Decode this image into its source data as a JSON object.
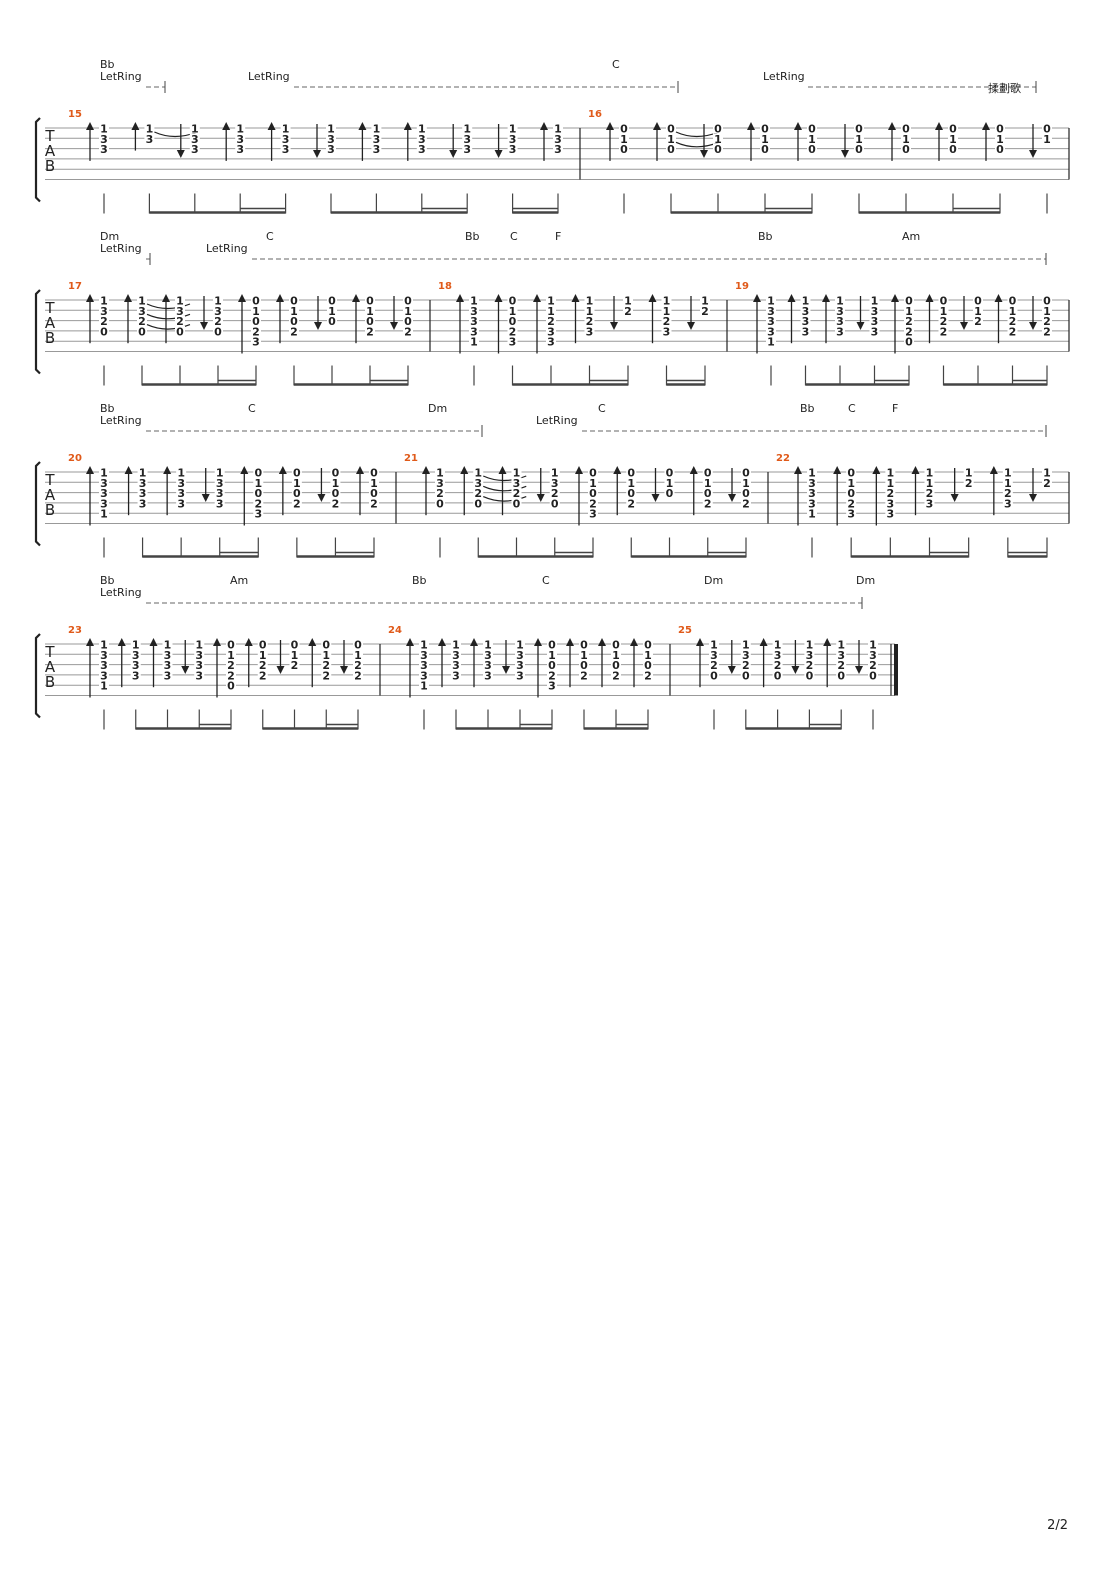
{
  "document": {
    "type": "guitar tablature",
    "page_number": "2/2",
    "tab_clef": [
      "T",
      "A",
      "B"
    ],
    "let_ring_label": "LetRing",
    "annotation": "揉劃歌"
  },
  "systems": [
    {
      "chords": [
        "Bb",
        "C"
      ],
      "let_ring": [
        "LetRing",
        "LetRing",
        "LetRing"
      ],
      "annotation": "揉劃歌",
      "measures": [
        {
          "number": "15",
          "chords": [
            "Bb"
          ],
          "beats": [
            [
              "1",
              "3",
              "3"
            ],
            [
              "1",
              "3"
            ],
            [
              "1",
              "3",
              "3"
            ],
            [
              "1",
              "3",
              "3"
            ],
            [
              "1",
              "3",
              "3"
            ],
            [
              "1",
              "3",
              "3"
            ],
            [
              "1",
              "3",
              "3"
            ],
            [
              "1",
              "3",
              "3"
            ],
            [
              "1",
              "3",
              "3"
            ],
            [
              "1",
              "3",
              "3"
            ],
            [
              "1",
              "3",
              "3"
            ]
          ]
        },
        {
          "number": "16",
          "chords": [
            "C"
          ],
          "beats": [
            [
              "0",
              "1",
              "0"
            ],
            [
              "0",
              "1",
              "0"
            ],
            [
              "0",
              "1",
              "0"
            ],
            [
              "0",
              "1",
              "0"
            ],
            [
              "0",
              "1",
              "0"
            ],
            [
              "0",
              "1",
              "0"
            ],
            [
              "0",
              "1",
              "0"
            ],
            [
              "0",
              "1",
              "0"
            ],
            [
              "0",
              "1",
              "0"
            ],
            [
              "0",
              "1"
            ]
          ]
        }
      ]
    },
    {
      "chords": [
        "Dm",
        "C",
        "Bb",
        "C",
        "F",
        "Bb",
        "Am"
      ],
      "let_ring": [
        "LetRing",
        "LetRing"
      ],
      "measures": [
        {
          "number": "17",
          "chords": [
            "Dm",
            "C"
          ],
          "beats": [
            [
              "1",
              "3",
              "2",
              "0"
            ],
            [
              "1",
              "3",
              "2",
              "0"
            ],
            [
              "1",
              "3",
              "2",
              "0"
            ],
            [
              "1",
              "3",
              "2",
              "0"
            ],
            [
              "0",
              "1",
              "0",
              "2",
              "3"
            ],
            [
              "0",
              "1",
              "0",
              "2"
            ],
            [
              "0",
              "1",
              "0"
            ],
            [
              "0",
              "1",
              "0",
              "2"
            ],
            [
              "0",
              "1",
              "0",
              "2"
            ]
          ]
        },
        {
          "number": "18",
          "chords": [
            "Bb",
            "C",
            "F"
          ],
          "beats": [
            [
              "1",
              "3",
              "3",
              "3",
              "1"
            ],
            [
              "0",
              "1",
              "0",
              "2",
              "3"
            ],
            [
              "1",
              "1",
              "2",
              "3",
              "3"
            ],
            [
              "1",
              "1",
              "2",
              "3"
            ],
            [
              "1",
              "2"
            ],
            [
              "1",
              "1",
              "2",
              "3"
            ],
            [
              "1",
              "2"
            ]
          ]
        },
        {
          "number": "19",
          "chords": [
            "Bb",
            "Am"
          ],
          "beats": [
            [
              "1",
              "3",
              "3",
              "3",
              "1"
            ],
            [
              "1",
              "3",
              "3",
              "3"
            ],
            [
              "1",
              "3",
              "3",
              "3"
            ],
            [
              "1",
              "3",
              "3",
              "3"
            ],
            [
              "0",
              "1",
              "2",
              "2",
              "0"
            ],
            [
              "0",
              "1",
              "2",
              "2"
            ],
            [
              "0",
              "1",
              "2"
            ],
            [
              "0",
              "1",
              "2",
              "2"
            ],
            [
              "0",
              "1",
              "2",
              "2"
            ]
          ]
        }
      ]
    },
    {
      "chords": [
        "Bb",
        "C",
        "Dm",
        "C",
        "Bb",
        "C",
        "F"
      ],
      "let_ring": [
        "LetRing",
        "LetRing"
      ],
      "measures": [
        {
          "number": "20",
          "chords": [
            "Bb",
            "C"
          ],
          "beats": [
            [
              "1",
              "3",
              "3",
              "3",
              "1"
            ],
            [
              "1",
              "3",
              "3",
              "3"
            ],
            [
              "1",
              "3",
              "3",
              "3"
            ],
            [
              "1",
              "3",
              "3",
              "3"
            ],
            [
              "0",
              "1",
              "0",
              "2",
              "3"
            ],
            [
              "0",
              "1",
              "0",
              "2"
            ],
            [
              "0",
              "1",
              "0",
              "2"
            ],
            [
              "0",
              "1",
              "0",
              "2"
            ]
          ]
        },
        {
          "number": "21",
          "chords": [
            "Dm",
            "C"
          ],
          "beats": [
            [
              "1",
              "3",
              "2",
              "0"
            ],
            [
              "1",
              "3",
              "2",
              "0"
            ],
            [
              "1",
              "3",
              "2",
              "0"
            ],
            [
              "1",
              "3",
              "2",
              "0"
            ],
            [
              "0",
              "1",
              "0",
              "2",
              "3"
            ],
            [
              "0",
              "1",
              "0",
              "2"
            ],
            [
              "0",
              "1",
              "0"
            ],
            [
              "0",
              "1",
              "0",
              "2"
            ],
            [
              "0",
              "1",
              "0",
              "2"
            ]
          ]
        },
        {
          "number": "22",
          "chords": [
            "Bb",
            "C",
            "F"
          ],
          "beats": [
            [
              "1",
              "3",
              "3",
              "3",
              "1"
            ],
            [
              "0",
              "1",
              "0",
              "2",
              "3"
            ],
            [
              "1",
              "1",
              "2",
              "3",
              "3"
            ],
            [
              "1",
              "1",
              "2",
              "3"
            ],
            [
              "1",
              "2"
            ],
            [
              "1",
              "1",
              "2",
              "3"
            ],
            [
              "1",
              "2"
            ]
          ]
        }
      ]
    },
    {
      "chords": [
        "Bb",
        "Am",
        "Bb",
        "C",
        "Dm",
        "Dm"
      ],
      "let_ring": [
        "LetRing"
      ],
      "measures": [
        {
          "number": "23",
          "chords": [
            "Bb",
            "Am"
          ],
          "beats": [
            [
              "1",
              "3",
              "3",
              "3",
              "1"
            ],
            [
              "1",
              "3",
              "3",
              "3"
            ],
            [
              "1",
              "3",
              "3",
              "3"
            ],
            [
              "1",
              "3",
              "3",
              "3"
            ],
            [
              "0",
              "1",
              "2",
              "2",
              "0"
            ],
            [
              "0",
              "1",
              "2",
              "2"
            ],
            [
              "0",
              "1",
              "2"
            ],
            [
              "0",
              "1",
              "2",
              "2"
            ],
            [
              "0",
              "1",
              "2",
              "2"
            ]
          ]
        },
        {
          "number": "24",
          "chords": [
            "Bb",
            "C"
          ],
          "beats": [
            [
              "1",
              "3",
              "3",
              "3",
              "1"
            ],
            [
              "1",
              "3",
              "3",
              "3"
            ],
            [
              "1",
              "3",
              "3",
              "3"
            ],
            [
              "1",
              "3",
              "3",
              "3"
            ],
            [
              "0",
              "1",
              "0",
              "2",
              "3"
            ],
            [
              "0",
              "1",
              "0",
              "2"
            ],
            [
              "0",
              "1",
              "0",
              "2"
            ],
            [
              "0",
              "1",
              "0",
              "2"
            ]
          ]
        },
        {
          "number": "25",
          "chords": [
            "Dm",
            "Dm"
          ],
          "beats": [
            [
              "1",
              "3",
              "2",
              "0"
            ],
            [
              "1",
              "3",
              "2",
              "0"
            ],
            [
              "1",
              "3",
              "2",
              "0"
            ],
            [
              "1",
              "3",
              "2",
              "0"
            ],
            [
              "1",
              "3",
              "2",
              "0"
            ],
            [
              "1",
              "3",
              "2",
              "0"
            ]
          ]
        }
      ]
    }
  ]
}
